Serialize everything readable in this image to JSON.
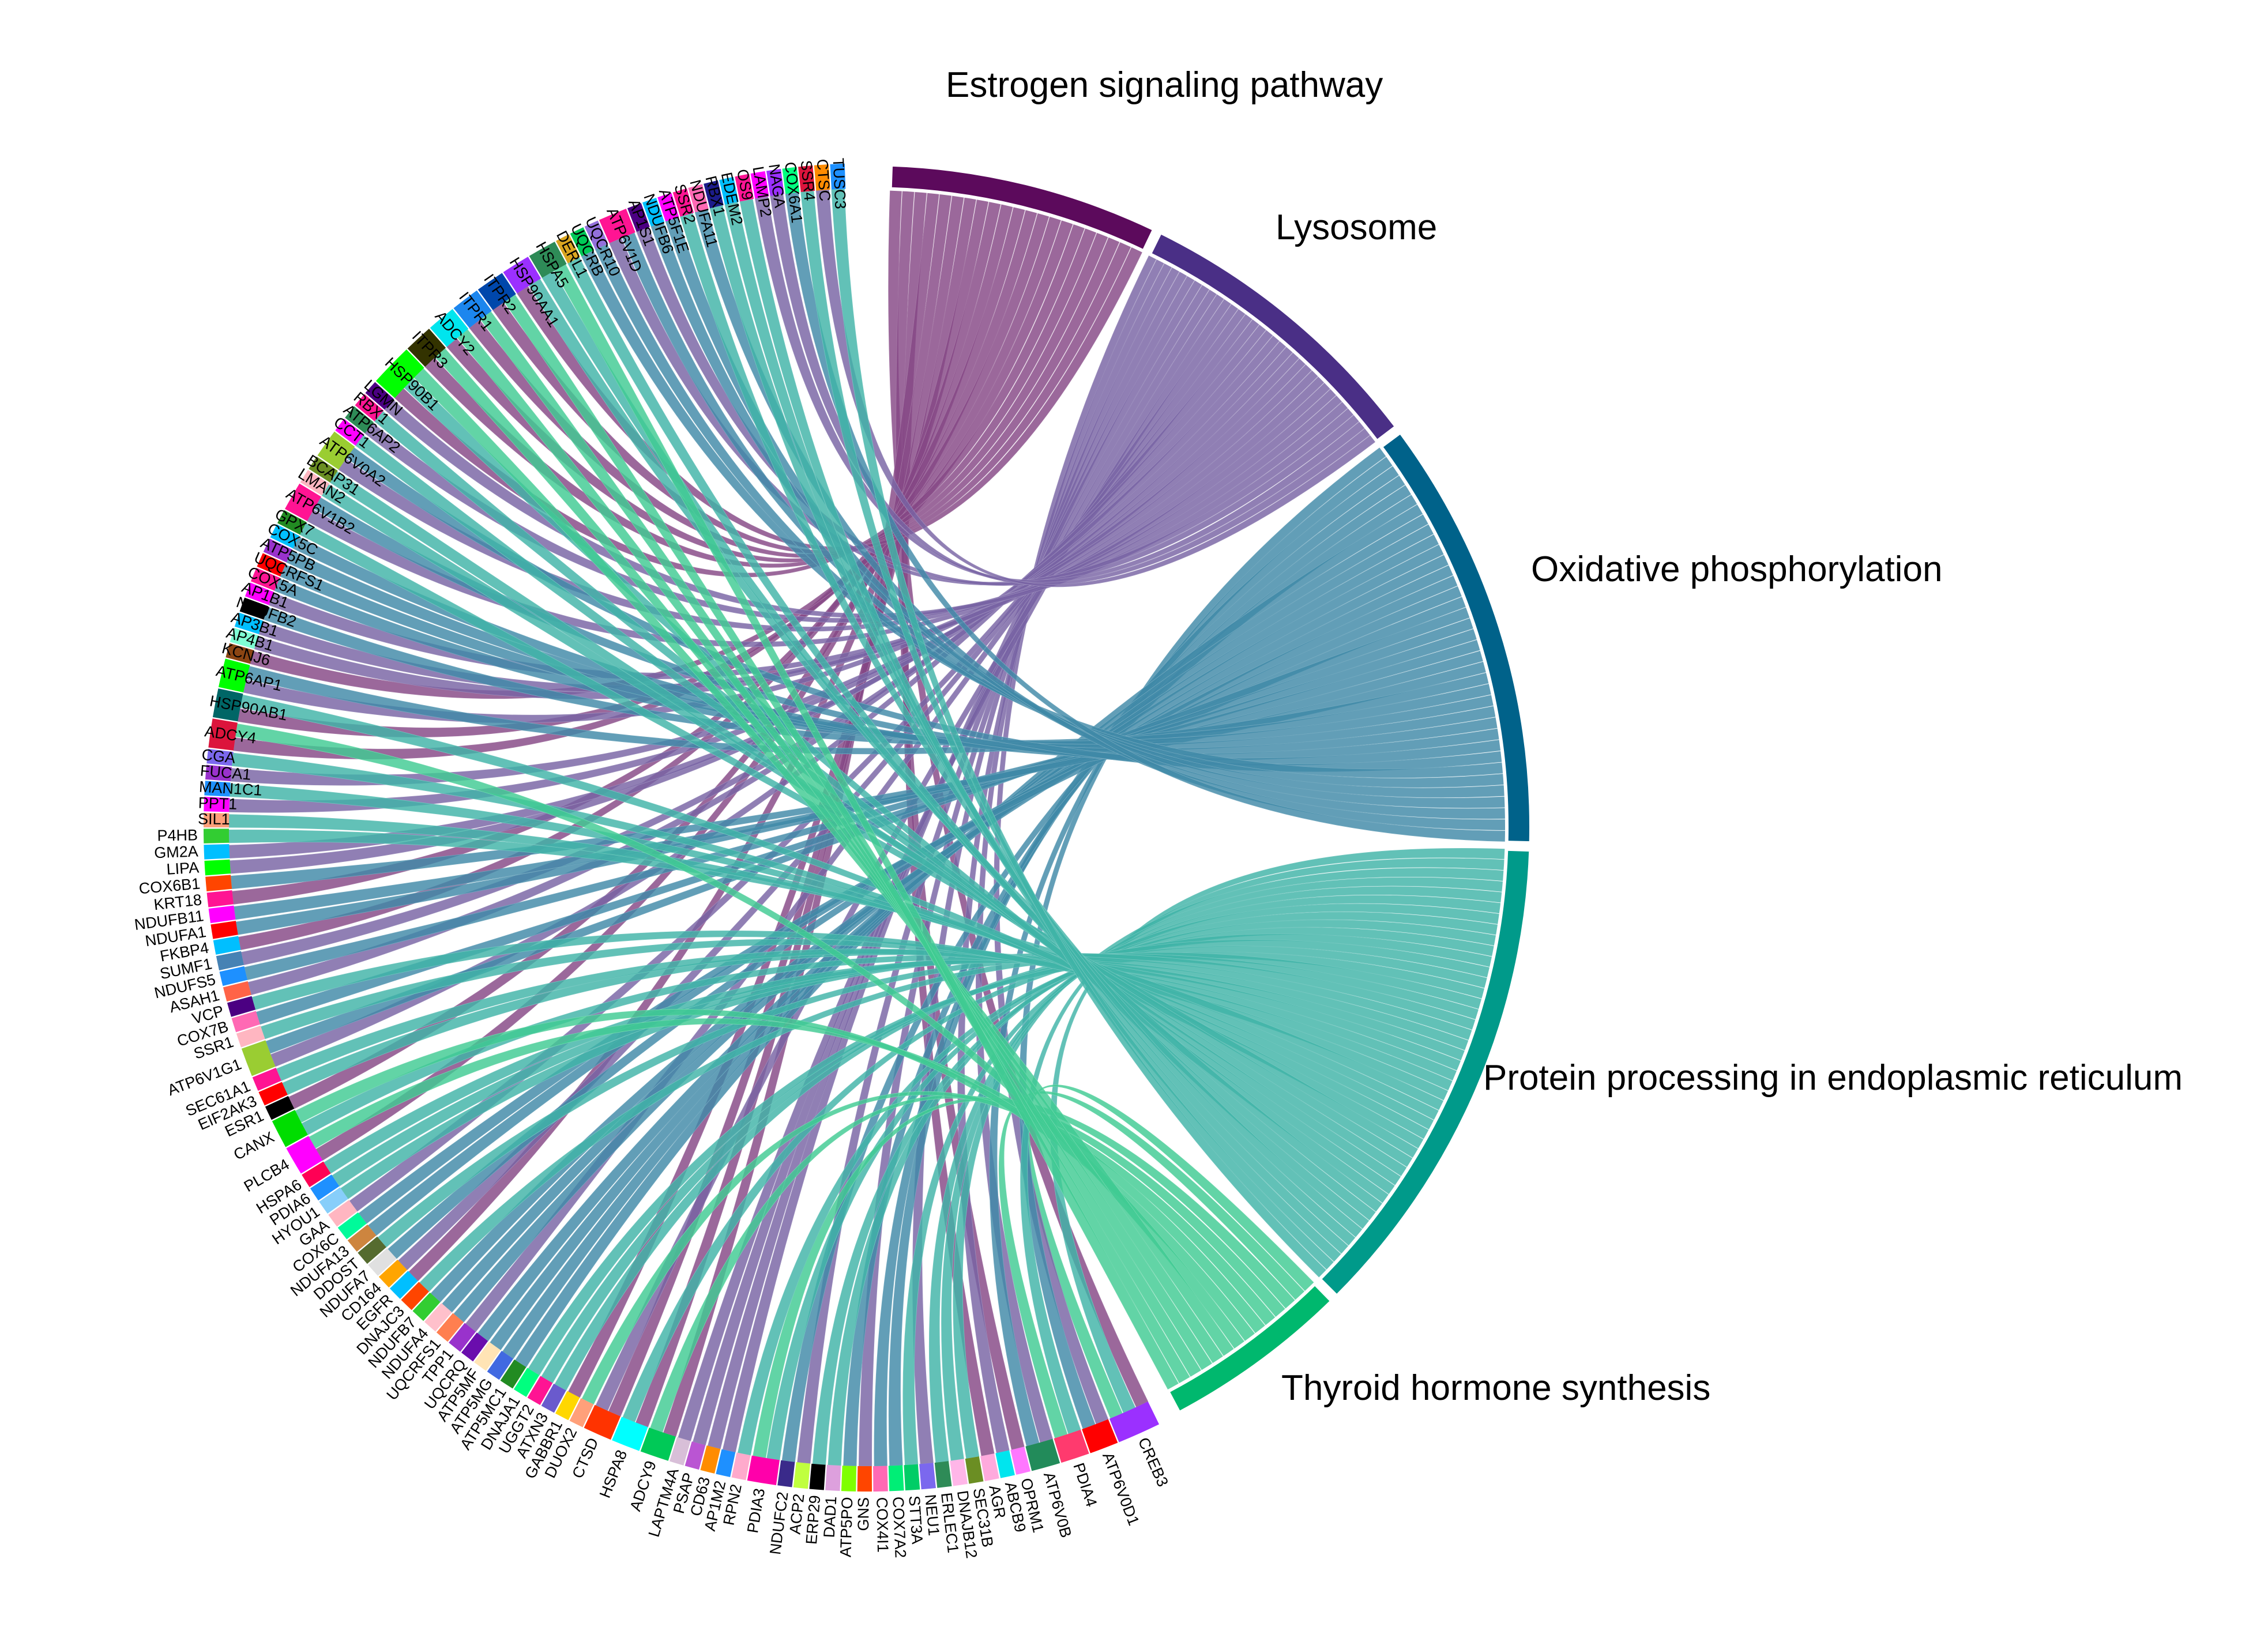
{
  "chart_data": {
    "type": "chord",
    "pathways": [
      {
        "name": "Estrogen signaling pathway",
        "color": "#5c0a5c",
        "count": 23
      },
      {
        "name": "Lysosome",
        "color": "#4a2f86",
        "count": 26
      },
      {
        "name": "Oxidative phosphorylation",
        "color": "#00628a",
        "count": 37
      },
      {
        "name": "Protein processing in endoplasmic reticulum",
        "color": "#009a8a",
        "count": 42
      },
      {
        "name": "Thyroid hormone synthesis",
        "color": "#00b86e",
        "count": 16
      }
    ],
    "genes": [
      {
        "name": "CREB3",
        "color": "#9b30ff",
        "pathways": [
          0,
          3,
          4
        ]
      },
      {
        "name": "ATP6V0D1",
        "color": "#ff0000",
        "pathways": [
          1,
          2
        ]
      },
      {
        "name": "PDIA4",
        "color": "#ff3a6e",
        "pathways": [
          3,
          4
        ]
      },
      {
        "name": "ATP6V0B",
        "color": "#228b5a",
        "pathways": [
          1,
          2
        ]
      },
      {
        "name": "OPRM1",
        "color": "#ff77ff",
        "pathways": [
          0
        ]
      },
      {
        "name": "ABCB9",
        "color": "#00e5ee",
        "pathways": [
          1
        ]
      },
      {
        "name": "AGR",
        "color": "#ffaadd",
        "pathways": [
          0
        ]
      },
      {
        "name": "SEC31B",
        "color": "#6b8e23",
        "pathways": [
          3
        ]
      },
      {
        "name": "DNAJB12",
        "color": "#ffb6e8",
        "pathways": [
          3
        ]
      },
      {
        "name": "ERLEC1",
        "color": "#2e8b57",
        "pathways": [
          3
        ]
      },
      {
        "name": "NEU1",
        "color": "#7b68ee",
        "pathways": [
          1
        ]
      },
      {
        "name": "STT3A",
        "color": "#00cd66",
        "pathways": [
          3
        ]
      },
      {
        "name": "COX7A2",
        "color": "#00ee76",
        "pathways": [
          2
        ]
      },
      {
        "name": "COX4I1",
        "color": "#ff69b4",
        "pathways": [
          2
        ]
      },
      {
        "name": "GNS",
        "color": "#ff4500",
        "pathways": [
          1
        ]
      },
      {
        "name": "ATP5PO",
        "color": "#7fff00",
        "pathways": [
          2
        ]
      },
      {
        "name": "DAD1",
        "color": "#dda0dd",
        "pathways": [
          3
        ]
      },
      {
        "name": "ERP29",
        "color": "#000000",
        "pathways": [
          3
        ]
      },
      {
        "name": "ACP2",
        "color": "#c0ff3e",
        "pathways": [
          1
        ]
      },
      {
        "name": "NDUFC2",
        "color": "#3a2a8a",
        "pathways": [
          2
        ]
      },
      {
        "name": "PDIA3",
        "color": "#ff00aa",
        "pathways": [
          3,
          4
        ]
      },
      {
        "name": "RPN2",
        "color": "#ffaacc",
        "pathways": [
          3
        ]
      },
      {
        "name": "AP1M2",
        "color": "#1e90ff",
        "pathways": [
          1
        ]
      },
      {
        "name": "CD63",
        "color": "#ff8c00",
        "pathways": [
          1
        ]
      },
      {
        "name": "PSAP",
        "color": "#ba55d3",
        "pathways": [
          1
        ]
      },
      {
        "name": "LAPTM4A",
        "color": "#d8bfd8",
        "pathways": [
          1
        ]
      },
      {
        "name": "ADCY9",
        "color": "#00c957",
        "pathways": [
          0,
          4
        ]
      },
      {
        "name": "HSPA8",
        "color": "#00ffff",
        "pathways": [
          0,
          3
        ]
      },
      {
        "name": "CTSD",
        "color": "#ff3300",
        "pathways": [
          0,
          1
        ]
      },
      {
        "name": "DUOX2",
        "color": "#ffa07a",
        "pathways": [
          4
        ]
      },
      {
        "name": "GABBR1",
        "color": "#ffd700",
        "pathways": [
          0
        ]
      },
      {
        "name": "ATXN3",
        "color": "#6a5acd",
        "pathways": [
          3
        ]
      },
      {
        "name": "UGGT2",
        "color": "#ff1493",
        "pathways": [
          3
        ]
      },
      {
        "name": "DNAJA1",
        "color": "#00ff7f",
        "pathways": [
          3
        ]
      },
      {
        "name": "ATP5MC1",
        "color": "#228b22",
        "pathways": [
          2
        ]
      },
      {
        "name": "ATP5MG",
        "color": "#4169e1",
        "pathways": [
          2
        ]
      },
      {
        "name": "ATP5MF",
        "color": "#ffe4b5",
        "pathways": [
          2
        ]
      },
      {
        "name": "UQCRQ",
        "color": "#6a0dad",
        "pathways": [
          2
        ]
      },
      {
        "name": "TPP1",
        "color": "#9932cc",
        "pathways": [
          1
        ]
      },
      {
        "name": "UQCRFS1",
        "color": "#ff7f50",
        "pathways": [
          2
        ]
      },
      {
        "name": "NDUFA4",
        "color": "#ffc0cb",
        "pathways": [
          2
        ]
      },
      {
        "name": "NDUFB7",
        "color": "#32cd32",
        "pathways": [
          2
        ]
      },
      {
        "name": "DNAJC3",
        "color": "#ff4500",
        "pathways": [
          3
        ]
      },
      {
        "name": "EGFR",
        "color": "#00bfff",
        "pathways": [
          0
        ]
      },
      {
        "name": "CD164",
        "color": "#ffa500",
        "pathways": [
          1
        ]
      },
      {
        "name": "NDUFA7",
        "color": "#e0e0e0",
        "pathways": [
          2
        ]
      },
      {
        "name": "DDOST",
        "color": "#556b2f",
        "pathways": [
          3
        ]
      },
      {
        "name": "NDUFA13",
        "color": "#cd853f",
        "pathways": [
          2
        ]
      },
      {
        "name": "COX6C",
        "color": "#00fa9a",
        "pathways": [
          2
        ]
      },
      {
        "name": "GAA",
        "color": "#ffb6c1",
        "pathways": [
          1
        ]
      },
      {
        "name": "HYOU1",
        "color": "#87cefa",
        "pathways": [
          3
        ]
      },
      {
        "name": "PDIA6",
        "color": "#1e90ff",
        "pathways": [
          3
        ]
      },
      {
        "name": "HSPA6",
        "color": "#ff0055",
        "pathways": [
          3
        ]
      },
      {
        "name": "PLCB4",
        "color": "#ff00ff",
        "pathways": [
          0,
          4
        ]
      },
      {
        "name": "CANX",
        "color": "#00dd00",
        "pathways": [
          3,
          4
        ]
      },
      {
        "name": "ESR1",
        "color": "#000000",
        "pathways": [
          0
        ]
      },
      {
        "name": "EIF2AK3",
        "color": "#ff0000",
        "pathways": [
          3
        ]
      },
      {
        "name": "SEC61A1",
        "color": "#ff1493",
        "pathways": [
          3
        ]
      },
      {
        "name": "ATP6V1G1",
        "color": "#9acd32",
        "pathways": [
          1,
          2
        ]
      },
      {
        "name": "SSR1",
        "color": "#ffb6c1",
        "pathways": [
          3
        ]
      },
      {
        "name": "COX7B",
        "color": "#ff69b4",
        "pathways": [
          2
        ]
      },
      {
        "name": "VCP",
        "color": "#4b0082",
        "pathways": [
          3
        ]
      },
      {
        "name": "ASAH1",
        "color": "#ff6347",
        "pathways": [
          1
        ]
      },
      {
        "name": "NDUFS5",
        "color": "#1e90ff",
        "pathways": [
          2
        ]
      },
      {
        "name": "SUMF1",
        "color": "#4682b4",
        "pathways": [
          1
        ]
      },
      {
        "name": "FKBP4",
        "color": "#00bfff",
        "pathways": [
          0
        ]
      },
      {
        "name": "NDUFA1",
        "color": "#ff0000",
        "pathways": [
          2
        ]
      },
      {
        "name": "NDUFB11",
        "color": "#ff00ff",
        "pathways": [
          2
        ]
      },
      {
        "name": "KRT18",
        "color": "#ff1493",
        "pathways": [
          0
        ]
      },
      {
        "name": "COX6B1",
        "color": "#ff4500",
        "pathways": [
          2
        ]
      },
      {
        "name": "LIPA",
        "color": "#00ff00",
        "pathways": [
          1
        ]
      },
      {
        "name": "GM2A",
        "color": "#00bfff",
        "pathways": [
          1
        ]
      },
      {
        "name": "P4HB",
        "color": "#32cd32",
        "pathways": [
          3
        ]
      },
      {
        "name": "SIL1",
        "color": "#ffa07a",
        "pathways": [
          3
        ]
      },
      {
        "name": "PPT1",
        "color": "#ff00ff",
        "pathways": [
          1
        ]
      },
      {
        "name": "MAN1C1",
        "color": "#1e90ff",
        "pathways": [
          3
        ]
      },
      {
        "name": "FUCA1",
        "color": "#9932cc",
        "pathways": [
          1
        ]
      },
      {
        "name": "CGA",
        "color": "#7b68ee",
        "pathways": [
          3
        ]
      },
      {
        "name": "ADCY4",
        "color": "#dc143c",
        "pathways": [
          0,
          4
        ]
      },
      {
        "name": "HSP90AB1",
        "color": "#006666",
        "pathways": [
          0,
          3
        ]
      },
      {
        "name": "ATP6AP1",
        "color": "#00ff00",
        "pathways": [
          1,
          2
        ]
      },
      {
        "name": "KCNJ6",
        "color": "#8b4513",
        "pathways": [
          0
        ]
      },
      {
        "name": "AP4B1",
        "color": "#7fffd4",
        "pathways": [
          1
        ]
      },
      {
        "name": "AP3B1",
        "color": "#00bfff",
        "pathways": [
          1
        ]
      },
      {
        "name": "NDUFB2",
        "color": "#000000",
        "pathways": [
          2
        ]
      },
      {
        "name": "AP1B1",
        "color": "#ff00ff",
        "pathways": [
          1
        ]
      },
      {
        "name": "COX5A",
        "color": "#ff1493",
        "pathways": [
          2
        ]
      },
      {
        "name": "UQCRFS1",
        "color": "#ff0000",
        "pathways": [
          2
        ]
      },
      {
        "name": "ATP5PB",
        "color": "#9932cc",
        "pathways": [
          2
        ]
      },
      {
        "name": "COX5C",
        "color": "#00bfff",
        "pathways": [
          2
        ]
      },
      {
        "name": "GPX7",
        "color": "#228b22",
        "pathways": [
          3
        ]
      },
      {
        "name": "ATP6V1B2",
        "color": "#ff1493",
        "pathways": [
          1,
          2
        ]
      },
      {
        "name": "LMAN2",
        "color": "#ffb6c1",
        "pathways": [
          3
        ]
      },
      {
        "name": "BCAP31",
        "color": "#6b8e23",
        "pathways": [
          3
        ]
      },
      {
        "name": "ATP6V0A2",
        "color": "#9acd32",
        "pathways": [
          1,
          2
        ]
      },
      {
        "name": "CCT1",
        "color": "#ff00ff",
        "pathways": [
          3
        ]
      },
      {
        "name": "ATP6AP2",
        "color": "#2e8b57",
        "pathways": [
          1
        ]
      },
      {
        "name": "RBX1",
        "color": "#ff1493",
        "pathways": [
          3
        ]
      },
      {
        "name": "LGMN",
        "color": "#4b0082",
        "pathways": [
          1
        ]
      },
      {
        "name": "HSP90B1",
        "color": "#00ff00",
        "pathways": [
          0,
          3,
          4
        ]
      },
      {
        "name": "ITPR3",
        "color": "#333300",
        "pathways": [
          0,
          4
        ]
      },
      {
        "name": "ADCY2",
        "color": "#00e5ee",
        "pathways": [
          0,
          4
        ]
      },
      {
        "name": "ITPR1",
        "color": "#1c86ee",
        "pathways": [
          0,
          4
        ]
      },
      {
        "name": "ITPR2",
        "color": "#0047ab",
        "pathways": [
          0,
          4
        ]
      },
      {
        "name": "HSP90AA1",
        "color": "#9b30ff",
        "pathways": [
          0,
          3
        ]
      },
      {
        "name": "HSPA5",
        "color": "#2e8b57",
        "pathways": [
          3,
          4
        ]
      },
      {
        "name": "DERL1",
        "color": "#daa520",
        "pathways": [
          3
        ]
      },
      {
        "name": "UQCRB",
        "color": "#00c957",
        "pathways": [
          2
        ]
      },
      {
        "name": "UQCR10",
        "color": "#9370db",
        "pathways": [
          2
        ]
      },
      {
        "name": "ATP6V1D",
        "color": "#ff1493",
        "pathways": [
          1,
          2
        ]
      },
      {
        "name": "AP1S1",
        "color": "#4b0082",
        "pathways": [
          1
        ]
      },
      {
        "name": "NDUFB6",
        "color": "#00bfff",
        "pathways": [
          2
        ]
      },
      {
        "name": "ATP5F1E",
        "color": "#ff00ff",
        "pathways": [
          2
        ]
      },
      {
        "name": "SSR2",
        "color": "#ff1493",
        "pathways": [
          3
        ]
      },
      {
        "name": "NDUFA11",
        "color": "#ff69b4",
        "pathways": [
          2
        ]
      },
      {
        "name": "RBX1",
        "color": "#1c1c8a",
        "pathways": [
          3
        ]
      },
      {
        "name": "EDEM2",
        "color": "#00bfff",
        "pathways": [
          3
        ]
      },
      {
        "name": "OS9",
        "color": "#ff1493",
        "pathways": [
          3
        ]
      },
      {
        "name": "LAMP2",
        "color": "#ff00ff",
        "pathways": [
          1
        ]
      },
      {
        "name": "NAGA",
        "color": "#9b30ff",
        "pathways": [
          1
        ]
      },
      {
        "name": "COX6A1",
        "color": "#00ff7f",
        "pathways": [
          2
        ]
      },
      {
        "name": "SSR4",
        "color": "#dc143c",
        "pathways": [
          3
        ]
      },
      {
        "name": "CTSC",
        "color": "#ff8c00",
        "pathways": [
          1
        ]
      },
      {
        "name": "TUSC3",
        "color": "#1e90ff",
        "pathways": [
          3
        ]
      }
    ]
  }
}
